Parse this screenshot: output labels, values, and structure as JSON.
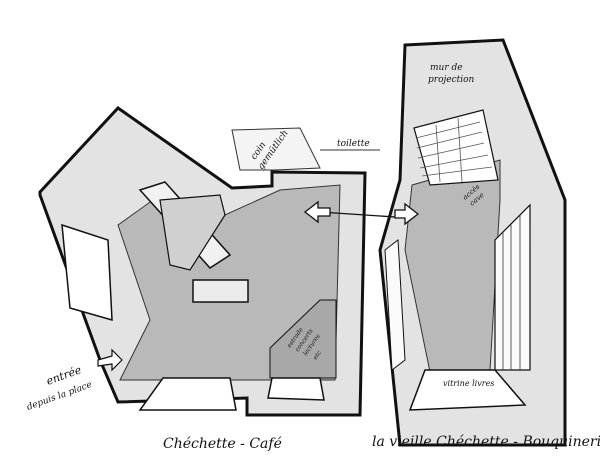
{
  "labels": {
    "coin_line1": "coin",
    "coin_line2": "gemütlich",
    "toilette": "toilette",
    "mur_line1": "mur de",
    "mur_line2": "projection",
    "cave_line1": "accès",
    "cave_line2": "cave",
    "entree_line1": "entrée",
    "entree_line2": "depuis la place",
    "estrade_line1": "estrade",
    "estrade_line2": "concerts",
    "estrade_line3": "lectures",
    "estrade_line4": "etc",
    "vitrine": "vitrine livres"
  },
  "captions": {
    "left": "Chéchette - Café",
    "right": "la vieille Chéchette - Bouquinerie"
  },
  "colors": {
    "floor": "#b9b9b9",
    "wall": "#e3e3e3",
    "ink": "#111111"
  }
}
